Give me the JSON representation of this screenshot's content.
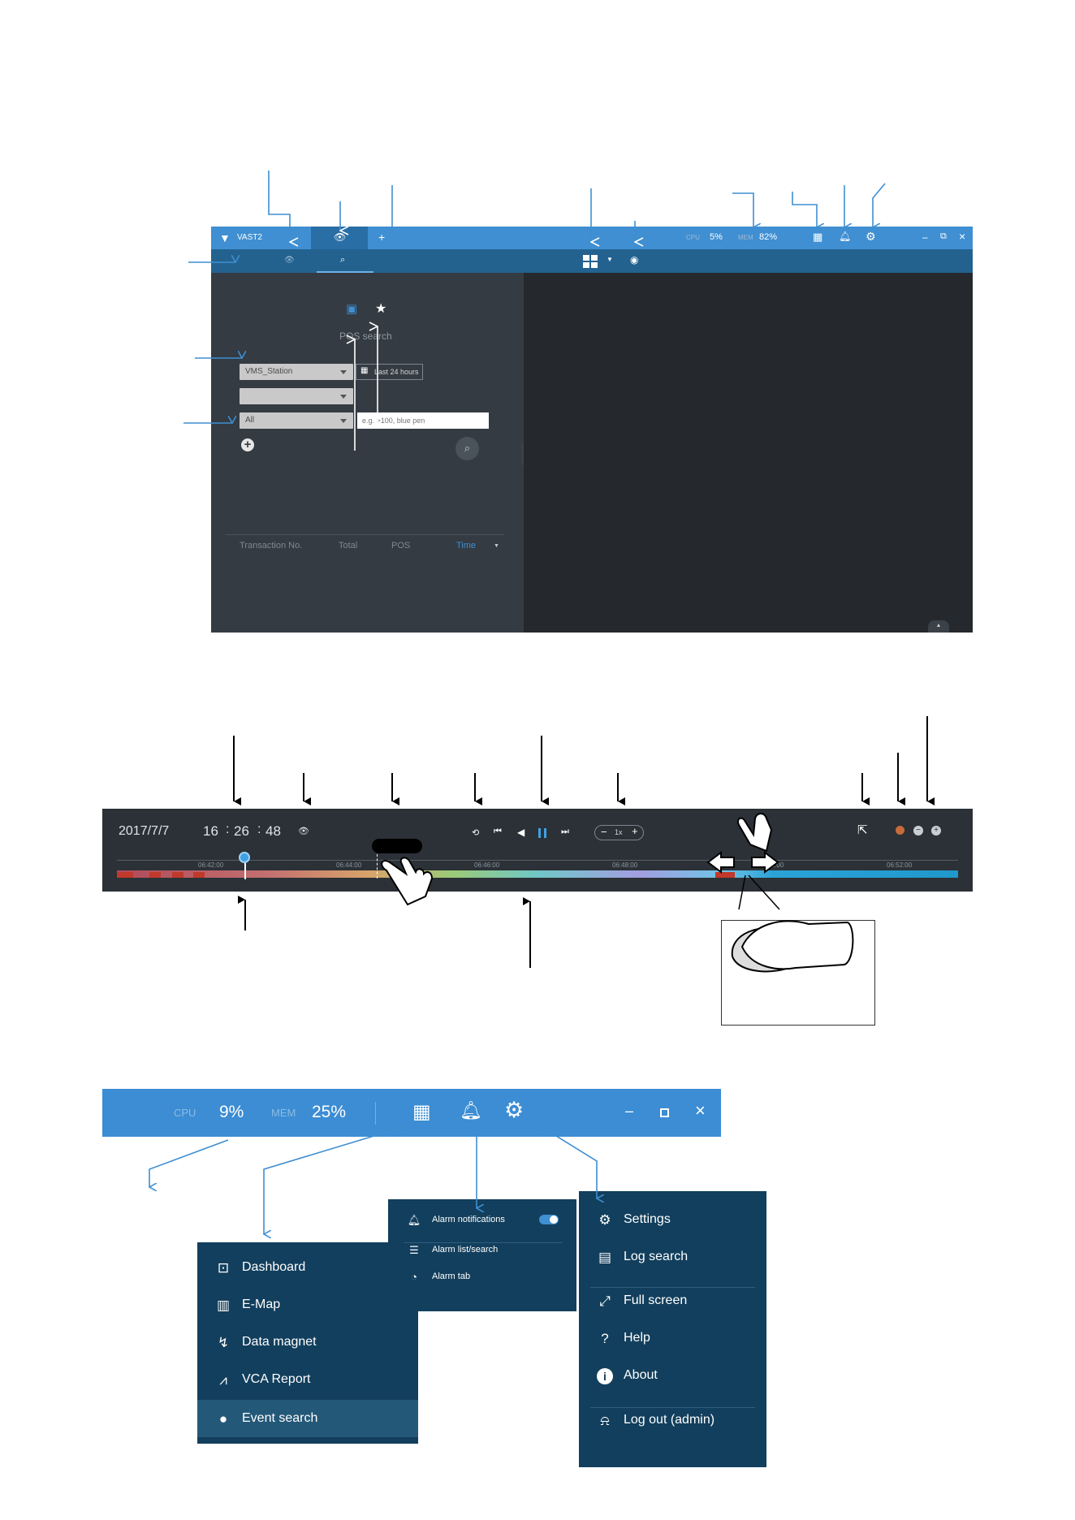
{
  "app": {
    "logo_text": "VAST2",
    "add_tab": "+",
    "cpu_label": "CPU",
    "cpu_value": "5%",
    "mem_label": "MEM",
    "mem_value": "82%",
    "minimize": "–",
    "restore": "⧉",
    "close": "×",
    "panel_title": "POS search",
    "station_select": "VMS_Station",
    "time_range": "Last 24 hours",
    "filter_select": "All",
    "search_placeholder": "e.g. >100, blue pen",
    "columns": [
      "Transaction No.",
      "Total",
      "POS",
      "Time"
    ]
  },
  "playback": {
    "date": "2017/7/7",
    "time_h": "16",
    "time_m": "26",
    "time_s": "48",
    "speed": "1x",
    "ticks": [
      "06:42:00",
      "06:44:00",
      "06:46:00",
      "06:48:00",
      "06:50:00",
      "06:52:00"
    ]
  },
  "status_bar": {
    "cpu_label": "CPU",
    "cpu_value": "9%",
    "mem_label": "MEM",
    "mem_value": "25%"
  },
  "app_menu": {
    "items": [
      "Dashboard",
      "E-Map",
      "Data magnet",
      "VCA Report",
      "Event search"
    ]
  },
  "alarm_menu": {
    "items": [
      "Alarm notifications",
      "Alarm list/search",
      "Alarm tab"
    ]
  },
  "settings_menu": {
    "items": [
      "Settings",
      "Log search",
      "Full screen",
      "Help",
      "About",
      "Log out (admin)"
    ]
  },
  "colors": {
    "accent": "#3f8fd2",
    "menu_bg": "#123f5d",
    "event_red": "#c0392b"
  }
}
